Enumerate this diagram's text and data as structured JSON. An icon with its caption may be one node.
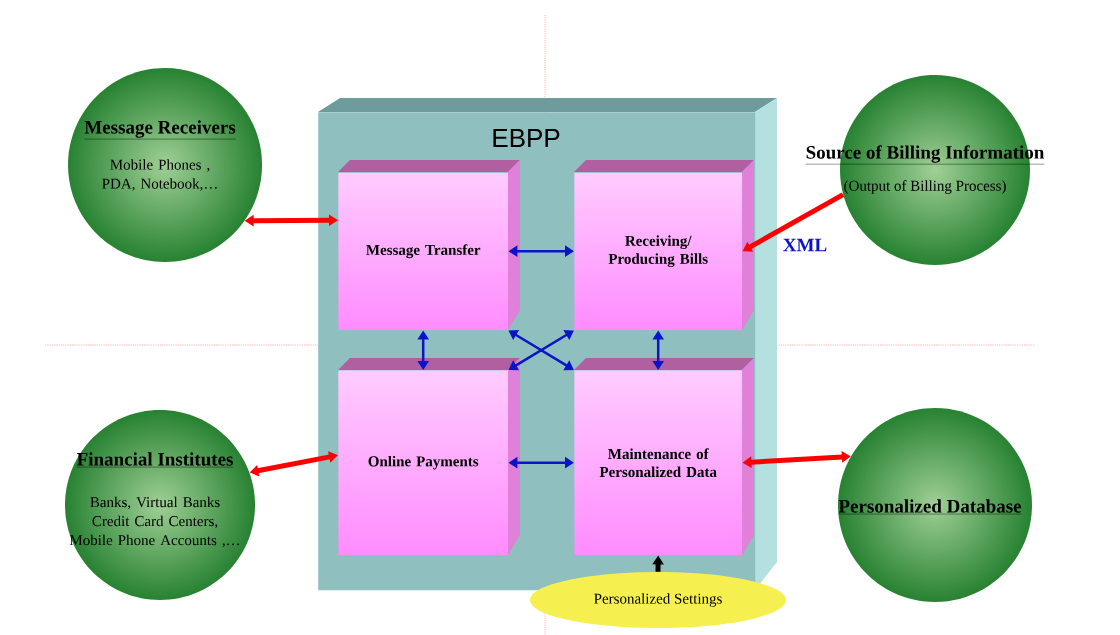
{
  "diagram": {
    "nodes": [
      {
        "text": [
          "EBPP"
        ]
      },
      {
        "text": [
          "Message Transfer"
        ],
        "in": 0
      },
      {
        "text": [
          "Receiving/ Producing Bills"
        ],
        "in": 0
      },
      {
        "text": [
          "Online Payments"
        ],
        "in": 0
      },
      {
        "text": [
          "Maintenance of Personalized Data"
        ],
        "in": 0
      },
      {
        "text": [
          "Message Receivers",
          "Mobile Phones , PDA, Notebook,…"
        ]
      },
      {
        "text": [
          "Source of Billing Information",
          "(Output of Billing Process)"
        ]
      },
      {
        "text": [
          "Financial Institutes",
          "Banks, Virtual Banks Credit Card Centers, Mobile Phone Accounts ,…"
        ]
      },
      {
        "text": [
          "Personalized Database"
        ]
      },
      {
        "text": [
          "Personalized Settings"
        ]
      }
    ],
    "edges": [
      {
        "from": 5,
        "to": 1,
        "arrow": "both",
        "style": "thick",
        "color": "#ff0000"
      },
      {
        "from": 6,
        "to": 2,
        "arrow": "to",
        "label": "XML",
        "style": "thick",
        "color": "#ff0000"
      },
      {
        "from": 7,
        "to": 3,
        "arrow": "both",
        "style": "thick",
        "color": "#ff0000"
      },
      {
        "from": 4,
        "to": 8,
        "arrow": "both",
        "style": "thick",
        "color": "#ff0000"
      },
      {
        "from": 1,
        "to": 2,
        "arrow": "both"
      },
      {
        "from": 1,
        "to": 3,
        "arrow": "both"
      },
      {
        "from": 2,
        "to": 4,
        "arrow": "both"
      },
      {
        "from": 3,
        "to": 4,
        "arrow": "both"
      },
      {
        "from": 1,
        "to": 4,
        "arrow": "both"
      },
      {
        "from": 2,
        "to": 3,
        "arrow": "both"
      },
      {
        "from": 9,
        "to": 4,
        "arrow": "to",
        "style": "thick",
        "color": "#000000"
      }
    ]
  }
}
